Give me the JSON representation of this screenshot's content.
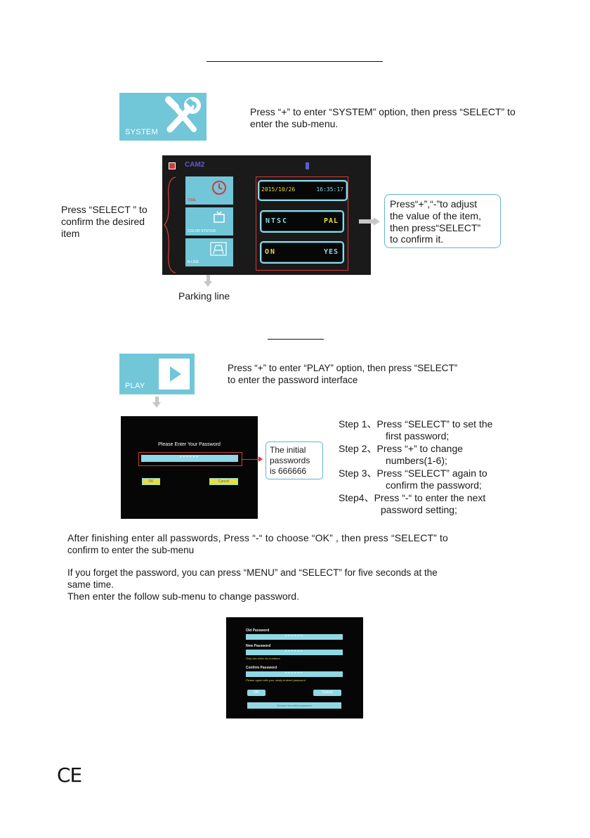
{
  "system_tile": {
    "label": "SYSTEM",
    "icon": "tools-icon"
  },
  "system_intro": [
    "Press “+” to enter “SYSTEM” option, then press “SELECT” to",
    "enter the sub-menu."
  ],
  "system_screen": {
    "cam_label": "CAM2",
    "items": [
      {
        "label": "TIME",
        "icon": "clock-icon"
      },
      {
        "label": "COLOR SYSTEM",
        "icon": "tv-icon"
      },
      {
        "label": "B-LINE",
        "icon": "parking-line-icon"
      }
    ],
    "date": "2015/10/26",
    "time": "16:35:17",
    "color_system_left": "NTSC",
    "color_system_right": "PAL",
    "bline_left": "ON",
    "bline_right": "YES"
  },
  "left_note": [
    "Press “SELECT ” to",
    "confirm the desired",
    "item"
  ],
  "right_note": [
    "Press“+”,“-”to adjust",
    "the value of the item,",
    "then press“SELECT”",
    "to confirm it."
  ],
  "parking_line_caption": "Parking line",
  "play_tile": {
    "label": "PLAY",
    "icon": "play-icon"
  },
  "play_intro": [
    "Press “+” to enter “PLAY” option, then press “SELECT”",
    "to enter the password interface"
  ],
  "password_screen": {
    "prompt": "Please Enter Your Password",
    "mask": "******",
    "ok": "OK",
    "cancel": "Cancel"
  },
  "initial_note": [
    "The initial",
    "passwords",
    "is 666666"
  ],
  "steps": [
    "Step 1、Press “SELECT” to set the",
    "first password;",
    "Step 2、Press “+” to change",
    "numbers(1-6);",
    "Step 3、Press “SELECT” again to",
    "confirm the password;",
    "Step4、Press “-“ to enter the next",
    "password setting;"
  ],
  "after_text": [
    "After finishing enter all passwords, Press “-“ to choose “OK” , then press “SELECT” to",
    "confirm to enter the sub-menu"
  ],
  "forget_text": [
    "If you forget the password, you can press “MENU” and “SELECT” for five seconds at the",
    "same time.",
    "Then enter the follow sub-menu to change password."
  ],
  "change_screen": {
    "old_label": "Old Password",
    "old_mask": "******",
    "new_label": "New Password",
    "new_mask": "******",
    "new_hint": "Only can enter six numbers",
    "confirm_label": "Confirm Password",
    "confirm_mask": "******",
    "confirm_hint": "Please agree with your newly entered password",
    "ok": "OK",
    "cancel": "Cancel",
    "restore": "Restore the initial password"
  },
  "ce_mark": "CE",
  "colors": {
    "tile": "#71c6d8",
    "cyan": "#8fd8e4",
    "red": "#d13a3a",
    "yellow": "#e8de3d"
  }
}
